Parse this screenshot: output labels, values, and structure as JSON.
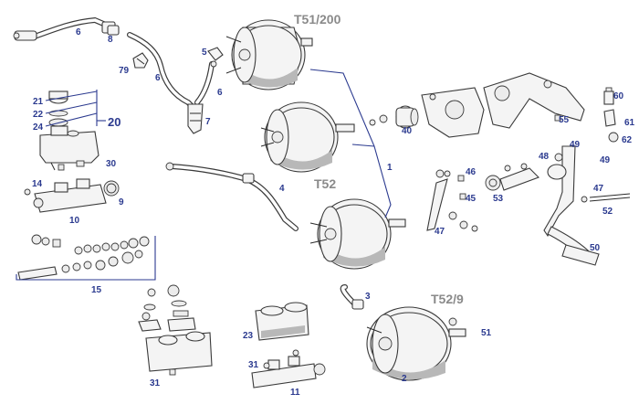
{
  "model_labels": {
    "t51_200": "T51/200",
    "t52": "T52",
    "t52_9": "T52/9"
  },
  "callouts": {
    "c1": "1",
    "c2": "2",
    "c3": "3",
    "c4": "4",
    "c5": "5",
    "c6a": "6",
    "c6b": "6",
    "c6c": "6",
    "c7": "7",
    "c8": "8",
    "c9": "9",
    "c10": "10",
    "c11": "11",
    "c14": "14",
    "c15": "15",
    "c20": "20",
    "c21": "21",
    "c22": "22",
    "c23": "23",
    "c24": "24",
    "c30": "30",
    "c31a": "31",
    "c31b": "31",
    "c40": "40",
    "c45": "45",
    "c46": "46",
    "c47a": "47",
    "c47b": "47",
    "c48": "48",
    "c49a": "49",
    "c49b": "49",
    "c50": "50",
    "c51": "51",
    "c52": "52",
    "c53": "53",
    "c55": "55",
    "c60": "60",
    "c61": "61",
    "c62": "62",
    "c79": "79"
  },
  "colors": {
    "callout": "#2b3a8f",
    "model_label": "#8a8a8a",
    "line_art": "#3a3a3a"
  }
}
